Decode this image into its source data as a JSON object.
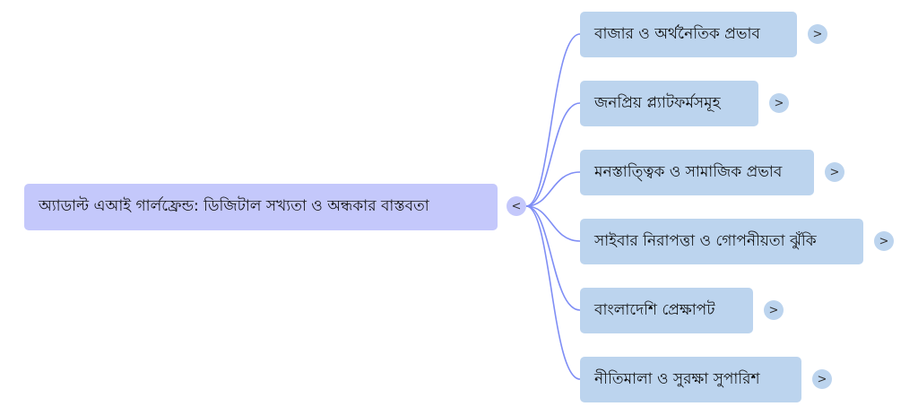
{
  "root": {
    "label": "অ্যাডাল্ট এআই গার্লফ্রেন্ড: ডিজিটাল সখ্যতা ও অন্ধকার বাস্তবতা",
    "toggle": "<"
  },
  "children": [
    {
      "label": "বাজার ও অর্থনৈতিক প্রভাব",
      "toggle": ">"
    },
    {
      "label": "জনপ্রিয় প্ল্যাটফর্মসমূহ",
      "toggle": ">"
    },
    {
      "label": "মনস্তাত্ত্বিক ও সামাজিক প্রভাব",
      "toggle": ">"
    },
    {
      "label": "সাইবার নিরাপত্তা ও গোপনীয়তা ঝুঁকি",
      "toggle": ">"
    },
    {
      "label": "বাংলাদেশি প্রেক্ষাপট",
      "toggle": ">"
    },
    {
      "label": "নীতিমালা ও সুরক্ষা সুপারিশ",
      "toggle": ">"
    }
  ],
  "colors": {
    "root": "#c4c8fb",
    "child": "#bcd4ee",
    "edge": "#7f8ef5"
  }
}
